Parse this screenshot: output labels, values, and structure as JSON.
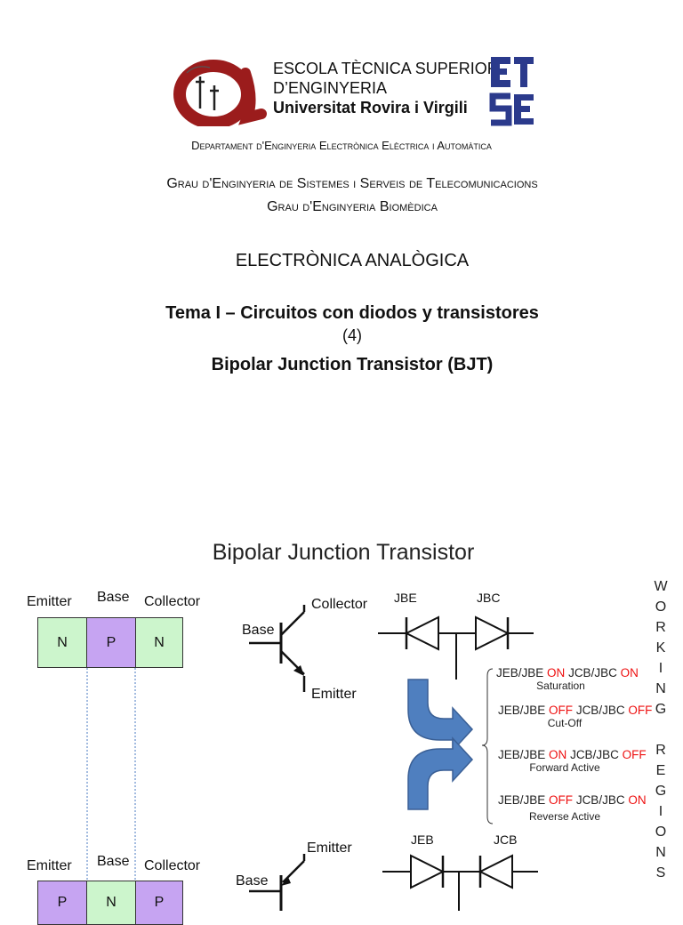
{
  "header": {
    "school_line1": "ESCOLA TÈCNICA SUPERIOR",
    "school_line2": "D’ENGINYERIA",
    "school_line3": "Universitat Rovira i Virgili",
    "department": "Departament d'Enginyeria Electrònica Elèctrica i Automàtica",
    "degree1": "Grau d'Enginyeria de Sistemes i Serveis de Telecomunicacions",
    "degree2": "Grau d'Enginyeria Biomèdica",
    "course": "ELECTRÒNICA ANALÒGICA",
    "topic": "Tema I – Circuitos con diodos y transistores",
    "number": "(4)",
    "subtitle": "Bipolar Junction Transistor (BJT)"
  },
  "slide": {
    "title": "Bipolar Junction Transistor",
    "npn": {
      "emitter": "Emitter",
      "base": "Base",
      "collector": "Collector",
      "regions": [
        "N",
        "P",
        "N"
      ]
    },
    "pnp": {
      "emitter": "Emitter",
      "base": "Base",
      "collector": "Collector",
      "regions": [
        "P",
        "N",
        "P"
      ]
    },
    "npn_symbol": {
      "collector": "Collector",
      "base": "Base",
      "emitter": "Emitter"
    },
    "pnp_symbol": {
      "emitter": "Emitter",
      "base": "Base"
    },
    "junctions_top": {
      "j1": "JBE",
      "j2": "JBC"
    },
    "junctions_bottom": {
      "j1": "JEB",
      "j2": "JCB"
    },
    "working_regions": [
      {
        "j1": "JEB/JBE",
        "s1": "ON",
        "j2": "JCB/JBC",
        "s2": "ON",
        "name": "Saturation"
      },
      {
        "j1": "JEB/JBE",
        "s1": "OFF",
        "j2": "JCB/JBC",
        "s2": "OFF",
        "name": "Cut-Off"
      },
      {
        "j1": "JEB/JBE",
        "s1": "ON",
        "j2": "JCB/JBC",
        "s2": "OFF",
        "name": "Forward Active"
      },
      {
        "j1": "JEB/JBE",
        "s1": "OFF",
        "j2": "JCB/JBC",
        "s2": "ON",
        "name": "Reverse Active"
      }
    ],
    "vertical_label": "WORKING REGIONS",
    "colors": {
      "n_region": "#ccf5cc",
      "p_region": "#c6a4f2",
      "arrow": "#4f7fbf",
      "state": "#ee1111",
      "logo": "#9b1c1c",
      "etse": "#2b3a8c"
    }
  }
}
